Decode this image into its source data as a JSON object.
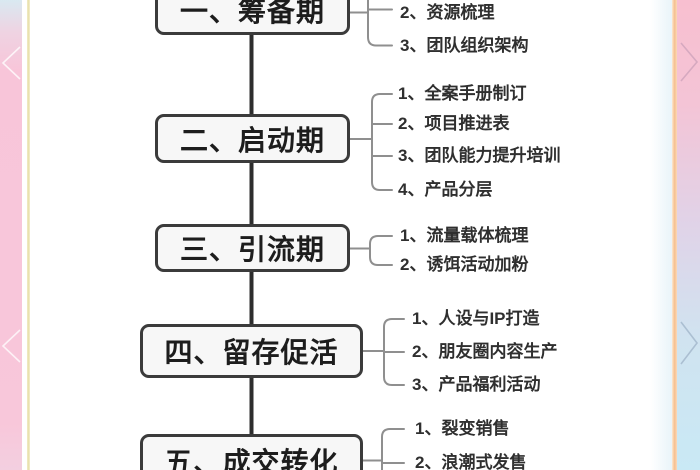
{
  "frame": {
    "left_strip_color_top": "#d9e9f1",
    "left_strip_color_main": "#f8c6da",
    "right_strip_color_top": "#f8bfd0",
    "right_strip_color_bottom": "#c9e9f5",
    "left_border_color": "#e7dfa9",
    "right_border_color": "#f5bf8e",
    "icons": {
      "prev": "chevron-left-icon",
      "next": "chevron-right-icon"
    }
  },
  "flowchart": {
    "colors": {
      "box_border": "#3b3b3b",
      "box_fill": "#f7f7f7",
      "trunk_line": "#2d2d2d",
      "branch_line": "#8f8f8f",
      "text": "#2f2f2f"
    },
    "stages": [
      {
        "label": "一、筹备期",
        "items": [
          "2、资源梳理",
          "3、团队组织架构"
        ]
      },
      {
        "label": "二、启动期",
        "items": [
          "1、全案手册制订",
          "2、项目推进表",
          "3、团队能力提升培训",
          "4、产品分层"
        ]
      },
      {
        "label": "三、引流期",
        "items": [
          "1、流量载体梳理",
          "2、诱饵活动加粉"
        ]
      },
      {
        "label": "四、留存促活",
        "items": [
          "1、人设与IP打造",
          "2、朋友圈内容生产",
          "3、产品福利活动"
        ]
      },
      {
        "label": "五、成交转化",
        "items": [
          "1、裂变销售",
          "2、浪潮式发售"
        ]
      }
    ]
  }
}
